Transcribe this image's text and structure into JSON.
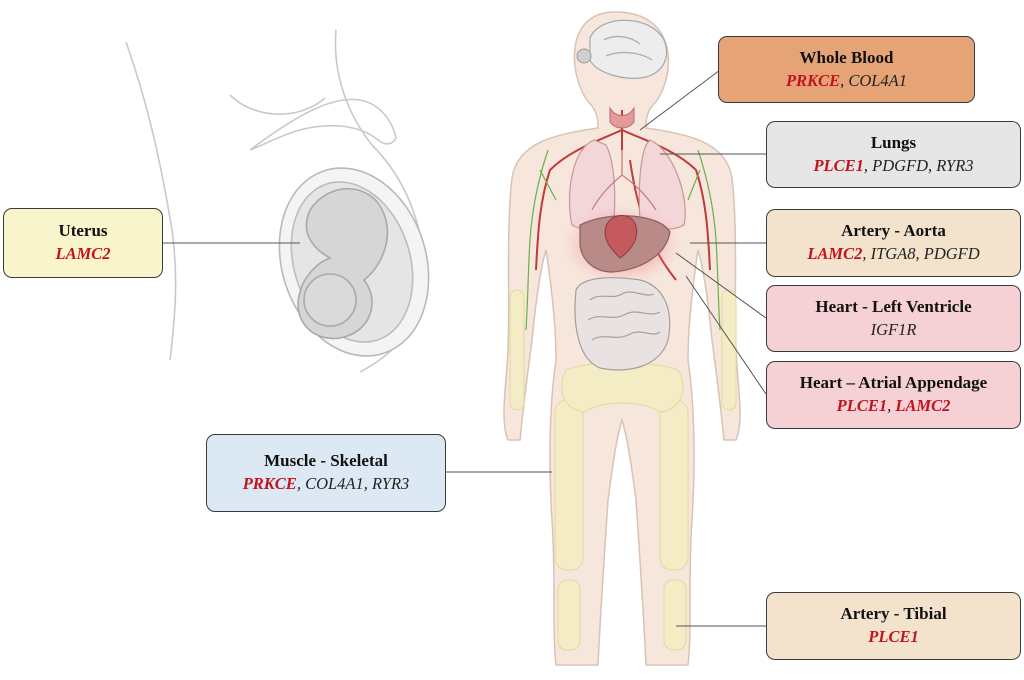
{
  "colors": {
    "highlight_gene": "#c0141c",
    "normal_gene": "#222222",
    "uterus_fill": "#f8f4cb",
    "whole_blood_fill": "#e6a476",
    "lungs_fill": "#e6e6e6",
    "artery_fill": "#f3e2cc",
    "heart_fill": "#f5d0d4",
    "muscle_fill": "#dce9f5"
  },
  "tissues": {
    "uterus": {
      "title": "Uterus",
      "genes": [
        {
          "name": "LAMC2",
          "highlighted": true
        }
      ]
    },
    "whole_blood": {
      "title": "Whole Blood",
      "genes": [
        {
          "name": "PRKCE",
          "highlighted": true
        },
        {
          "name": "COL4A1",
          "highlighted": false
        }
      ]
    },
    "lungs": {
      "title": "Lungs",
      "genes": [
        {
          "name": "PLCE1",
          "highlighted": true
        },
        {
          "name": "PDGFD",
          "highlighted": false
        },
        {
          "name": "RYR3",
          "highlighted": false
        }
      ]
    },
    "artery_aorta": {
      "title": "Artery - Aorta",
      "genes": [
        {
          "name": "LAMC2",
          "highlighted": true
        },
        {
          "name": "ITGA8",
          "highlighted": false
        },
        {
          "name": "PDGFD",
          "highlighted": false
        }
      ]
    },
    "heart_left_ventricle": {
      "title": "Heart - Left Ventricle",
      "genes": [
        {
          "name": "IGF1R",
          "highlighted": false
        }
      ]
    },
    "heart_atrial_appendage": {
      "title": "Heart – Atrial Appendage",
      "genes": [
        {
          "name": "PLCE1",
          "highlighted": true
        },
        {
          "name": "LAMC2",
          "highlighted": true
        }
      ]
    },
    "muscle_skeletal": {
      "title": "Muscle - Skeletal",
      "genes": [
        {
          "name": "PRKCE",
          "highlighted": true
        },
        {
          "name": "COL4A1",
          "highlighted": false
        },
        {
          "name": "RYR3",
          "highlighted": false
        }
      ]
    },
    "artery_tibial": {
      "title": "Artery - Tibial",
      "genes": [
        {
          "name": "PLCE1",
          "highlighted": true
        }
      ]
    }
  }
}
